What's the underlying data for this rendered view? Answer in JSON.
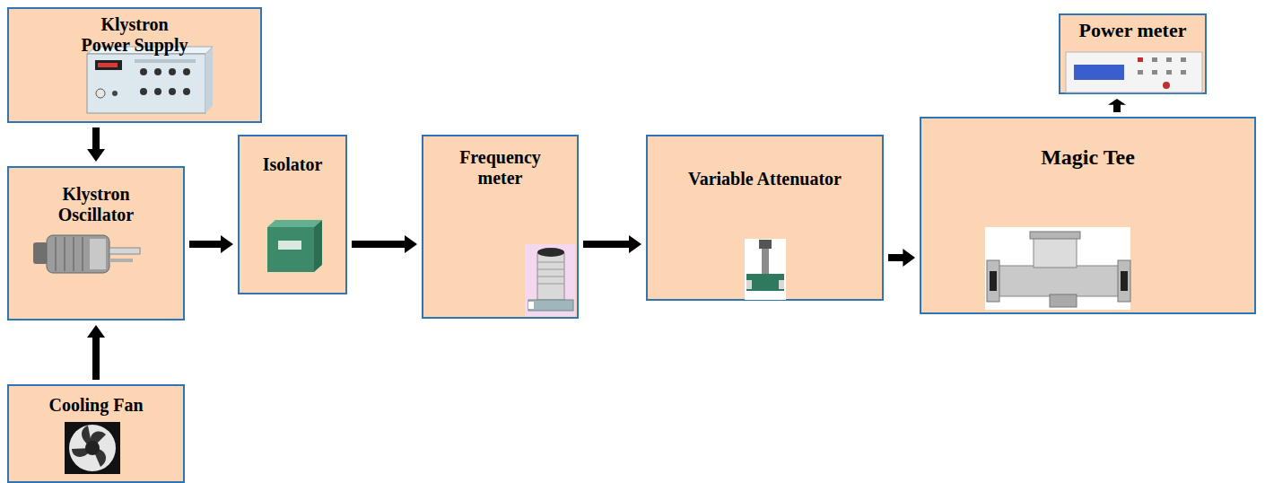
{
  "diagram": {
    "nodes": [
      {
        "text": [
          "Klystron Power Supply"
        ]
      },
      {
        "text": [
          "Klystron Oscillator"
        ]
      },
      {
        "text": [
          "Isolator"
        ]
      },
      {
        "text": [
          "Frequency meter"
        ]
      },
      {
        "text": [
          "Variable Attenuator"
        ]
      },
      {
        "text": [
          "Magic Tee"
        ]
      },
      {
        "text": [
          "Power meter"
        ]
      },
      {
        "text": [
          "Cooling Fan"
        ]
      }
    ],
    "edges": [
      {
        "from": 0,
        "to": 1,
        "arrow": "to"
      },
      {
        "from": 7,
        "to": 1,
        "arrow": "to"
      },
      {
        "from": 1,
        "to": 2,
        "arrow": "to"
      },
      {
        "from": 2,
        "to": 3,
        "arrow": "to"
      },
      {
        "from": 3,
        "to": 4,
        "arrow": "to"
      },
      {
        "from": 4,
        "to": 5,
        "arrow": "to"
      },
      {
        "from": 5,
        "to": 6,
        "arrow": "to"
      }
    ]
  }
}
